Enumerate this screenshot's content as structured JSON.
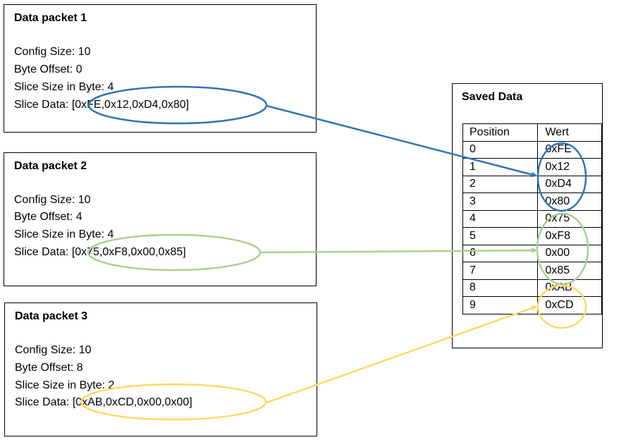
{
  "packets": [
    {
      "title": "Data packet 1",
      "config_size": "Config Size: 10",
      "byte_offset": "Byte Offset: 0",
      "slice_size": "Slice Size in Byte: 4",
      "slice_data": "Slice Data: [0xFE,0x12,0xD4,0x80]"
    },
    {
      "title": "Data packet 2",
      "config_size": "Config Size: 10",
      "byte_offset": "Byte Offset: 4",
      "slice_size": "Slice Size in Byte: 4",
      "slice_data": "Slice Data: [0x75,0xF8,0x00,0x85]"
    },
    {
      "title": "Data packet 3",
      "config_size": "Config Size: 10",
      "byte_offset": "Byte Offset: 8",
      "slice_size": "Slice Size in Byte: 2",
      "slice_data": "Slice Data: [0xAB,0xCD,0x00,0x00]"
    }
  ],
  "saved": {
    "title": "Saved Data",
    "header": {
      "position": "Position",
      "value": "Wert"
    },
    "rows": [
      {
        "position": "0",
        "value": "0xFE"
      },
      {
        "position": "1",
        "value": "0x12"
      },
      {
        "position": "2",
        "value": "0xD4"
      },
      {
        "position": "3",
        "value": "0x80"
      },
      {
        "position": "4",
        "value": "0x75"
      },
      {
        "position": "5",
        "value": "0xF8"
      },
      {
        "position": "6",
        "value": "0x00"
      },
      {
        "position": "7",
        "value": "0x85"
      },
      {
        "position": "8",
        "value": "0xAB"
      },
      {
        "position": "9",
        "value": "0xCD"
      }
    ]
  },
  "colors": {
    "packet_1": "#2E75B6",
    "packet_2": "#A9D18E",
    "packet_3": "#FFD966"
  }
}
